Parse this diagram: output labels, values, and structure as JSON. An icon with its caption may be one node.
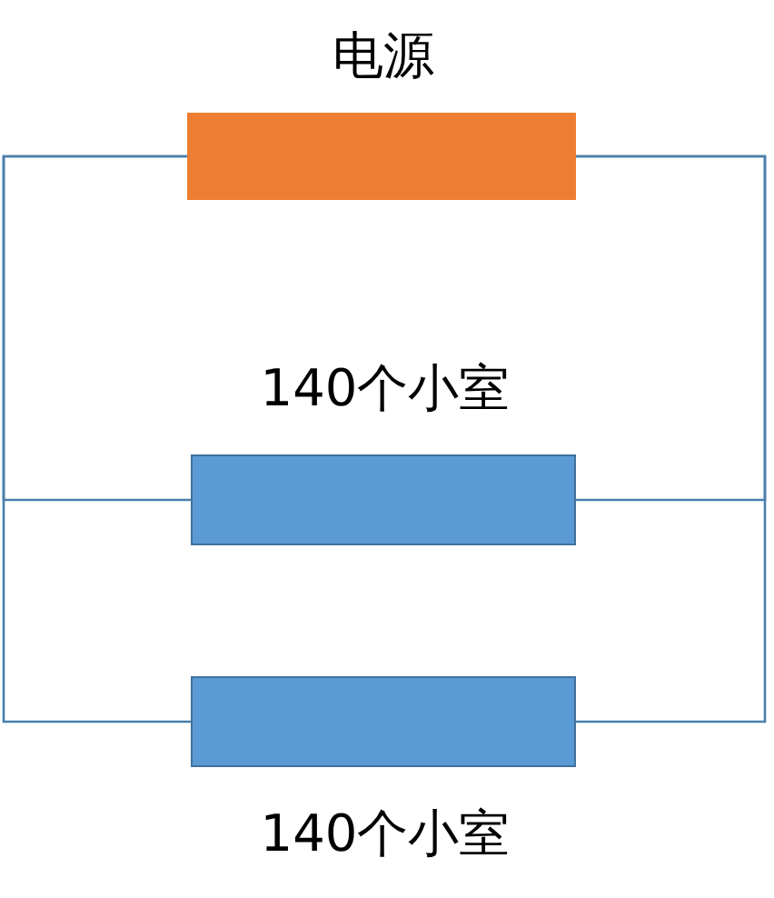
{
  "diagram": {
    "nodes": [
      {
        "text": [
          "电源"
        ]
      },
      {
        "text": [
          "140个小室"
        ]
      },
      {
        "text": [
          "140个小室"
        ]
      }
    ],
    "edges": [
      {
        "from": 0,
        "to": 1,
        "arrow": "none"
      },
      {
        "from": 0,
        "to": 2,
        "arrow": "none"
      },
      {
        "from": 0,
        "to": 1,
        "arrow": "none"
      },
      {
        "from": 0,
        "to": 2,
        "arrow": "none"
      }
    ]
  }
}
